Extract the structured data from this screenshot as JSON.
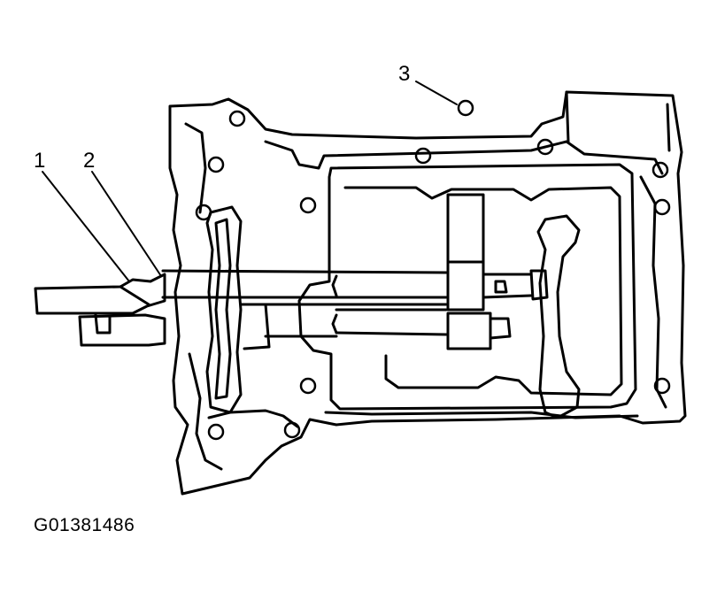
{
  "callouts": [
    {
      "id": "1",
      "text": "1"
    },
    {
      "id": "2",
      "text": "2"
    },
    {
      "id": "3",
      "text": "3"
    }
  ],
  "figure_id": "G01381486",
  "colors": {
    "ink": "#000000",
    "paper": "#ffffff"
  }
}
